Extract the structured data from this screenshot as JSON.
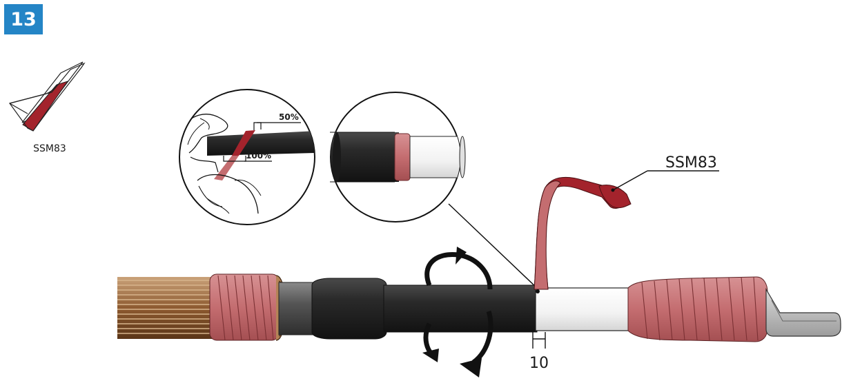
{
  "step": {
    "number": "13",
    "color": "#2485c6"
  },
  "tape_icon": {
    "label": "SSM83"
  },
  "callout": {
    "label": "SSM83"
  },
  "detail_left": {
    "overlap_label": "50%",
    "stretch_label": "100%"
  },
  "dimension": {
    "value": "10"
  },
  "colors": {
    "tape_red": "#a3232c",
    "tape_pink": "#c97174",
    "cable_black": "#2b2b2b",
    "copper": "#a06a3c"
  }
}
